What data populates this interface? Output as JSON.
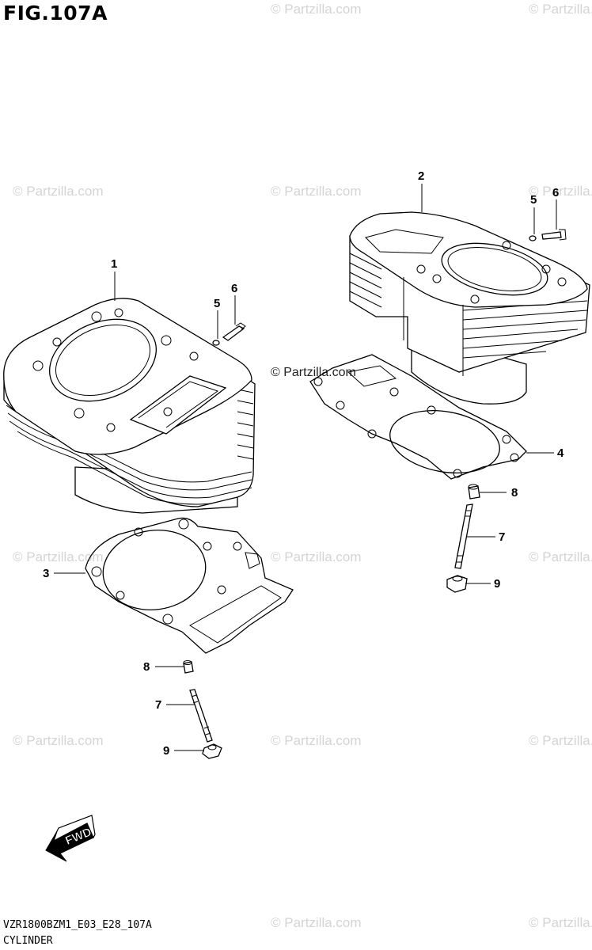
{
  "header": {
    "title": "FIG.107A"
  },
  "footer": {
    "code": "VZR1800BZM1_E03_E28_107A",
    "section": "CYLINDER"
  },
  "watermark": {
    "text": "© Partzilla.com"
  },
  "forward_arrow": {
    "label": "FWD"
  },
  "callouts": {
    "c1": "1",
    "c2": "2",
    "c3": "3",
    "c4": "4",
    "c5a": "5",
    "c6a": "6",
    "c5b": "5",
    "c6b": "6",
    "c7a": "7",
    "c8a": "8",
    "c9a": "9",
    "c7b": "7",
    "c8b": "8",
    "c9b": "9"
  },
  "colors": {
    "line": "#000000",
    "watermark": "#d4d4d4",
    "background": "#ffffff"
  }
}
